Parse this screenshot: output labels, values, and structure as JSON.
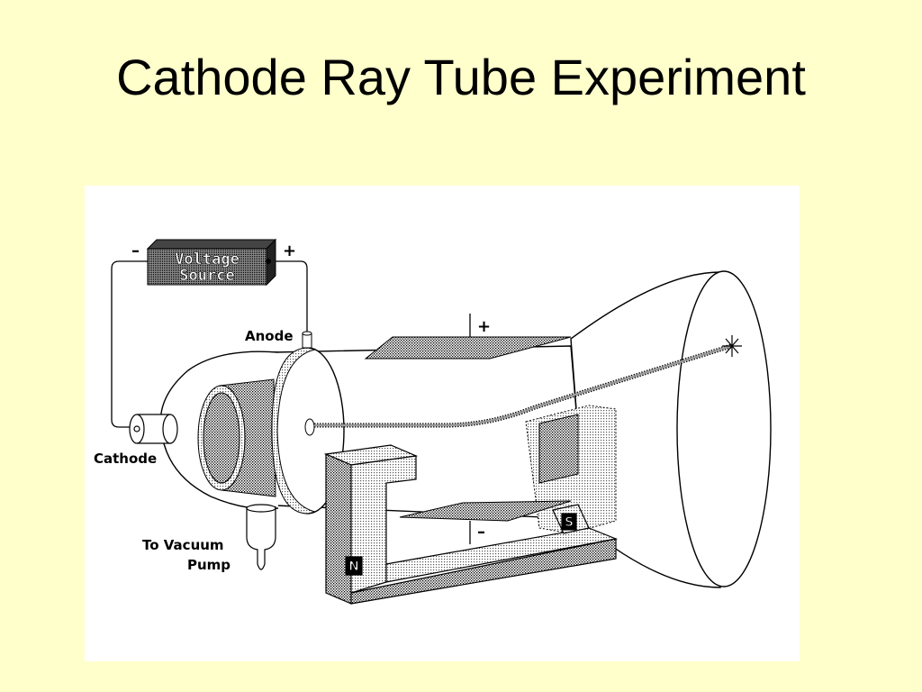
{
  "title": "Cathode Ray Tube Experiment",
  "diagram": {
    "voltage_source": {
      "line1": "Voltage",
      "line2": "Source",
      "neg": "–",
      "pos": "+"
    },
    "labels": {
      "anode": "Anode",
      "cathode": "Cathode",
      "vacuum_line1": "To Vacuum",
      "vacuum_line2": "Pump"
    },
    "plates": {
      "top_sign": "+",
      "bottom_sign": "–"
    },
    "magnet": {
      "north": "N",
      "south": "S"
    }
  }
}
